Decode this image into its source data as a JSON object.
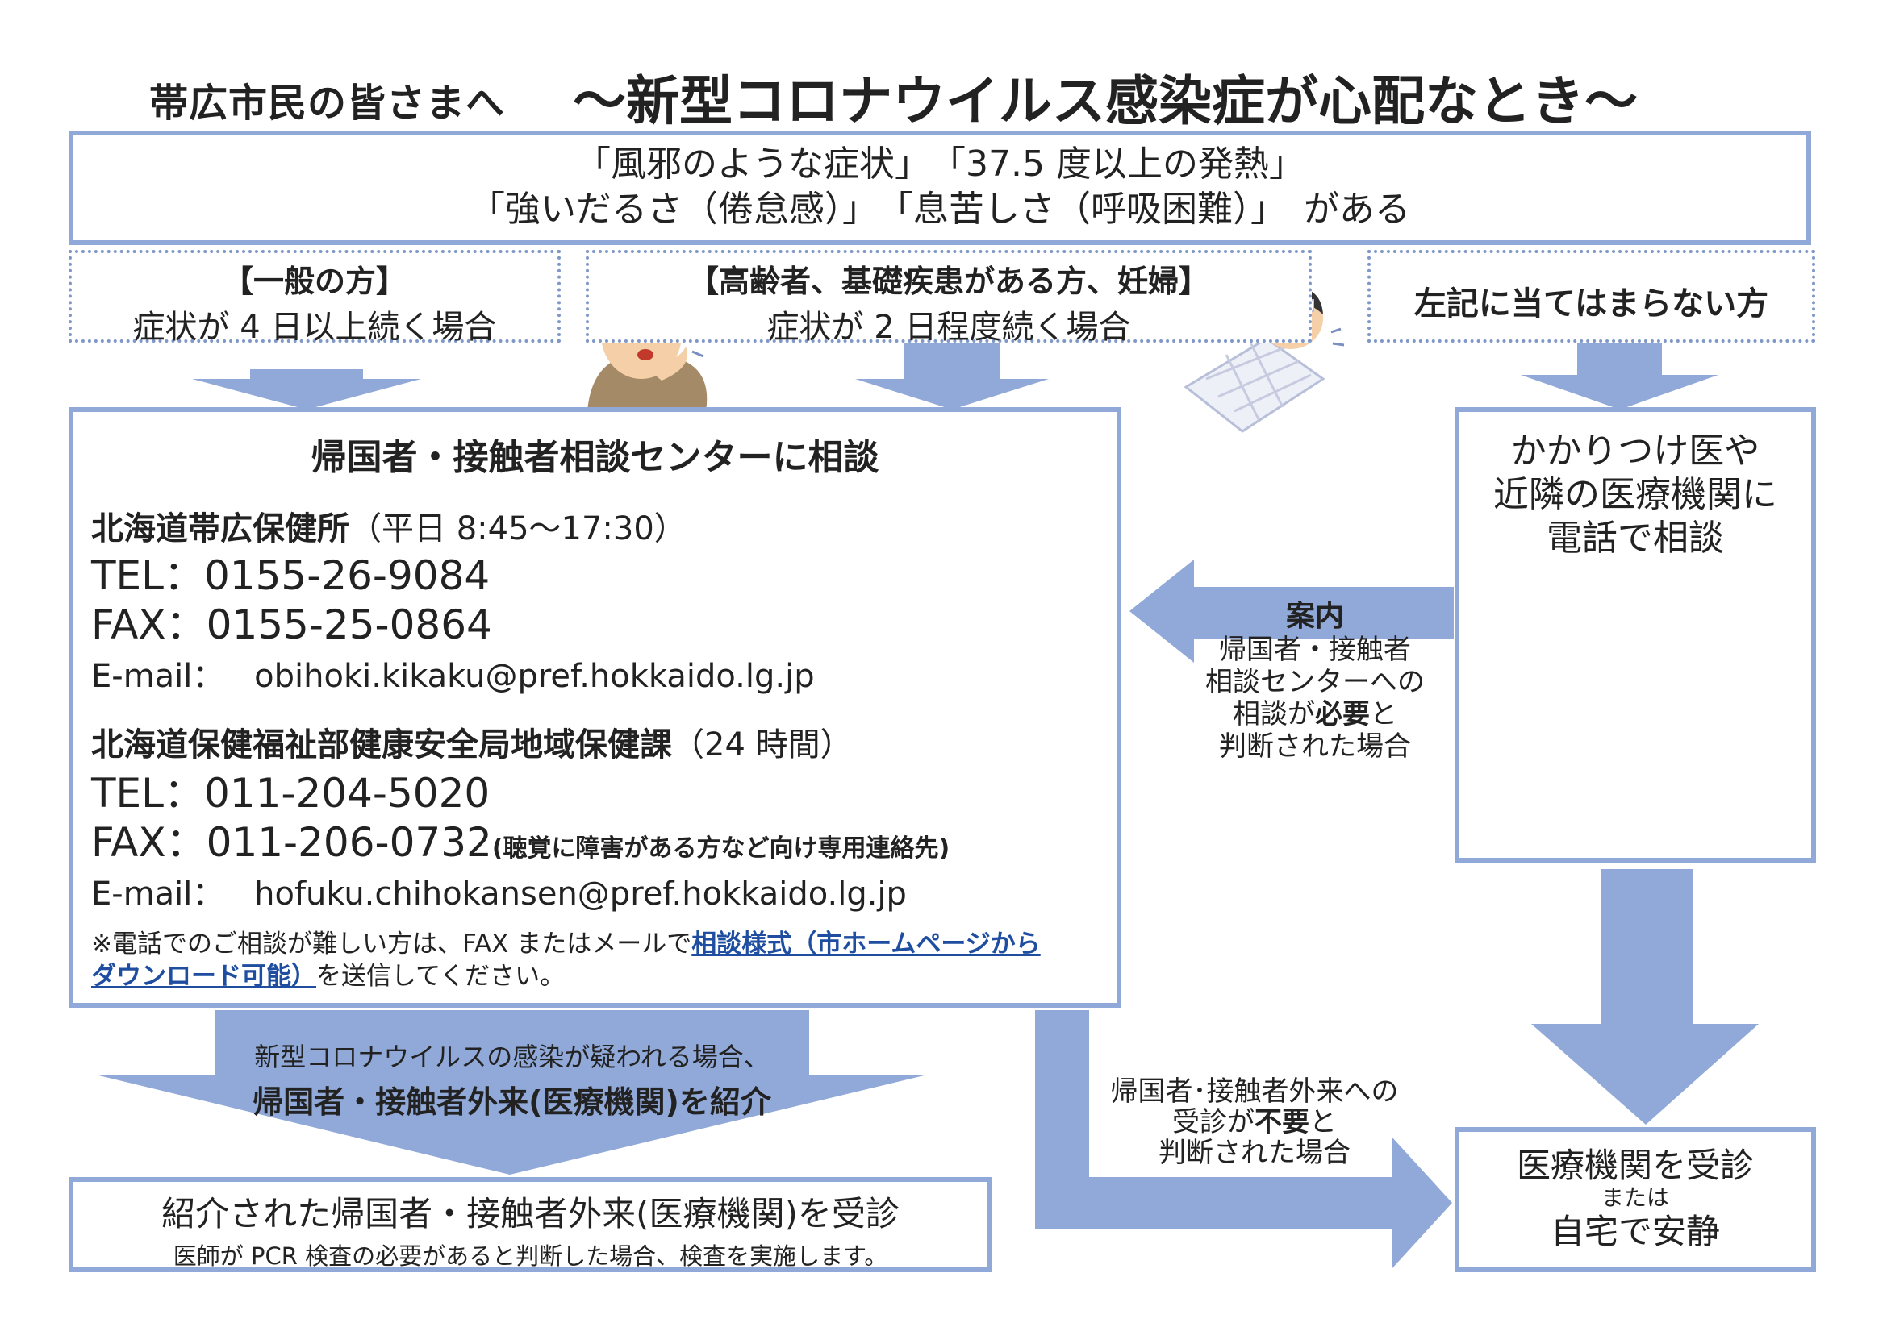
{
  "title": {
    "left": "帯広市民の皆さまへ",
    "right": "～新型コロナウイルス感染症が心配なとき～"
  },
  "symptoms": {
    "line1": "「風邪のような症状」　「37.5 度以上の発熱」",
    "line2": "「強いだるさ（倦怠感）」　「息苦しさ（呼吸困難）」　がある"
  },
  "categories": [
    {
      "heading": "【一般の方】",
      "text": "症状が 4 日以上続く場合"
    },
    {
      "heading": "【高齢者、基礎疾患がある方、妊婦】",
      "text": "症状が 2 日程度続く場合"
    },
    {
      "heading": "左記に当てはまらない方"
    }
  ],
  "center": {
    "heading": "帰国者・接触者相談センターに相談",
    "office1": {
      "name": "北海道帯広保健所",
      "hours": "（平日 8:45～17:30）",
      "tel": "TEL：0155-26-9084",
      "fax": "FAX：0155-25-0864",
      "email_label": "E-mail：",
      "email": "obihoki.kikaku@pref.hokkaido.lg.jp"
    },
    "office2": {
      "name": "北海道保健福祉部健康安全局地域保健課",
      "hours": "（24 時間）",
      "tel": "TEL：011-204-5020",
      "fax": "FAX：011-206-0732",
      "fax_note": "(聴覚に障害がある方など向け専用連絡先)",
      "email_label": "E-mail：",
      "email": "hofuku.chihokansen@pref.hokkaido.lg.jp"
    },
    "note_prefix": "※電話でのご相談が難しい方は、FAX またはメールで",
    "note_link1": "相談様式（市ホームページから",
    "note_link2": "ダウンロード可能）",
    "note_suffix": "を送信してください。"
  },
  "doctor_box": {
    "line1": "かかりつけ医や",
    "line2": "近隣の医療機関に",
    "line3": "電話で相談"
  },
  "guide": {
    "label": "案内",
    "line1": "帰国者・接触者",
    "line2": "相談センターへの",
    "line3_pre": "相談が",
    "line3_bold": "必要",
    "line3_post": "と",
    "line4": "判断された場合"
  },
  "referral": {
    "line1": "新型コロナウイルスの感染が疑われる場合、",
    "line2": "帰国者・接触者外来(医療機関)を紹介"
  },
  "outpatient": {
    "title": "紹介された帰国者・接触者外来(医療機関)を受診",
    "note": "医師が PCR 検査の必要があると判断した場合、検査を実施します。"
  },
  "not_needed": {
    "line1": "帰国者･接触者外来への",
    "line2_pre": "受診が",
    "line2_bold": "不要",
    "line2_post": "と",
    "line3": "判断された場合"
  },
  "final": {
    "line1": "医療機関を受診",
    "line2": "または",
    "line3": "自宅で安静"
  },
  "icons": [
    "elderly-coughing-man-icon",
    "sick-child-in-bed-icon",
    "clinic-with-doctor-icon"
  ],
  "colors": {
    "arrow": "#91a9d8",
    "border": "#91a9d8",
    "link": "#1f4ea1"
  }
}
